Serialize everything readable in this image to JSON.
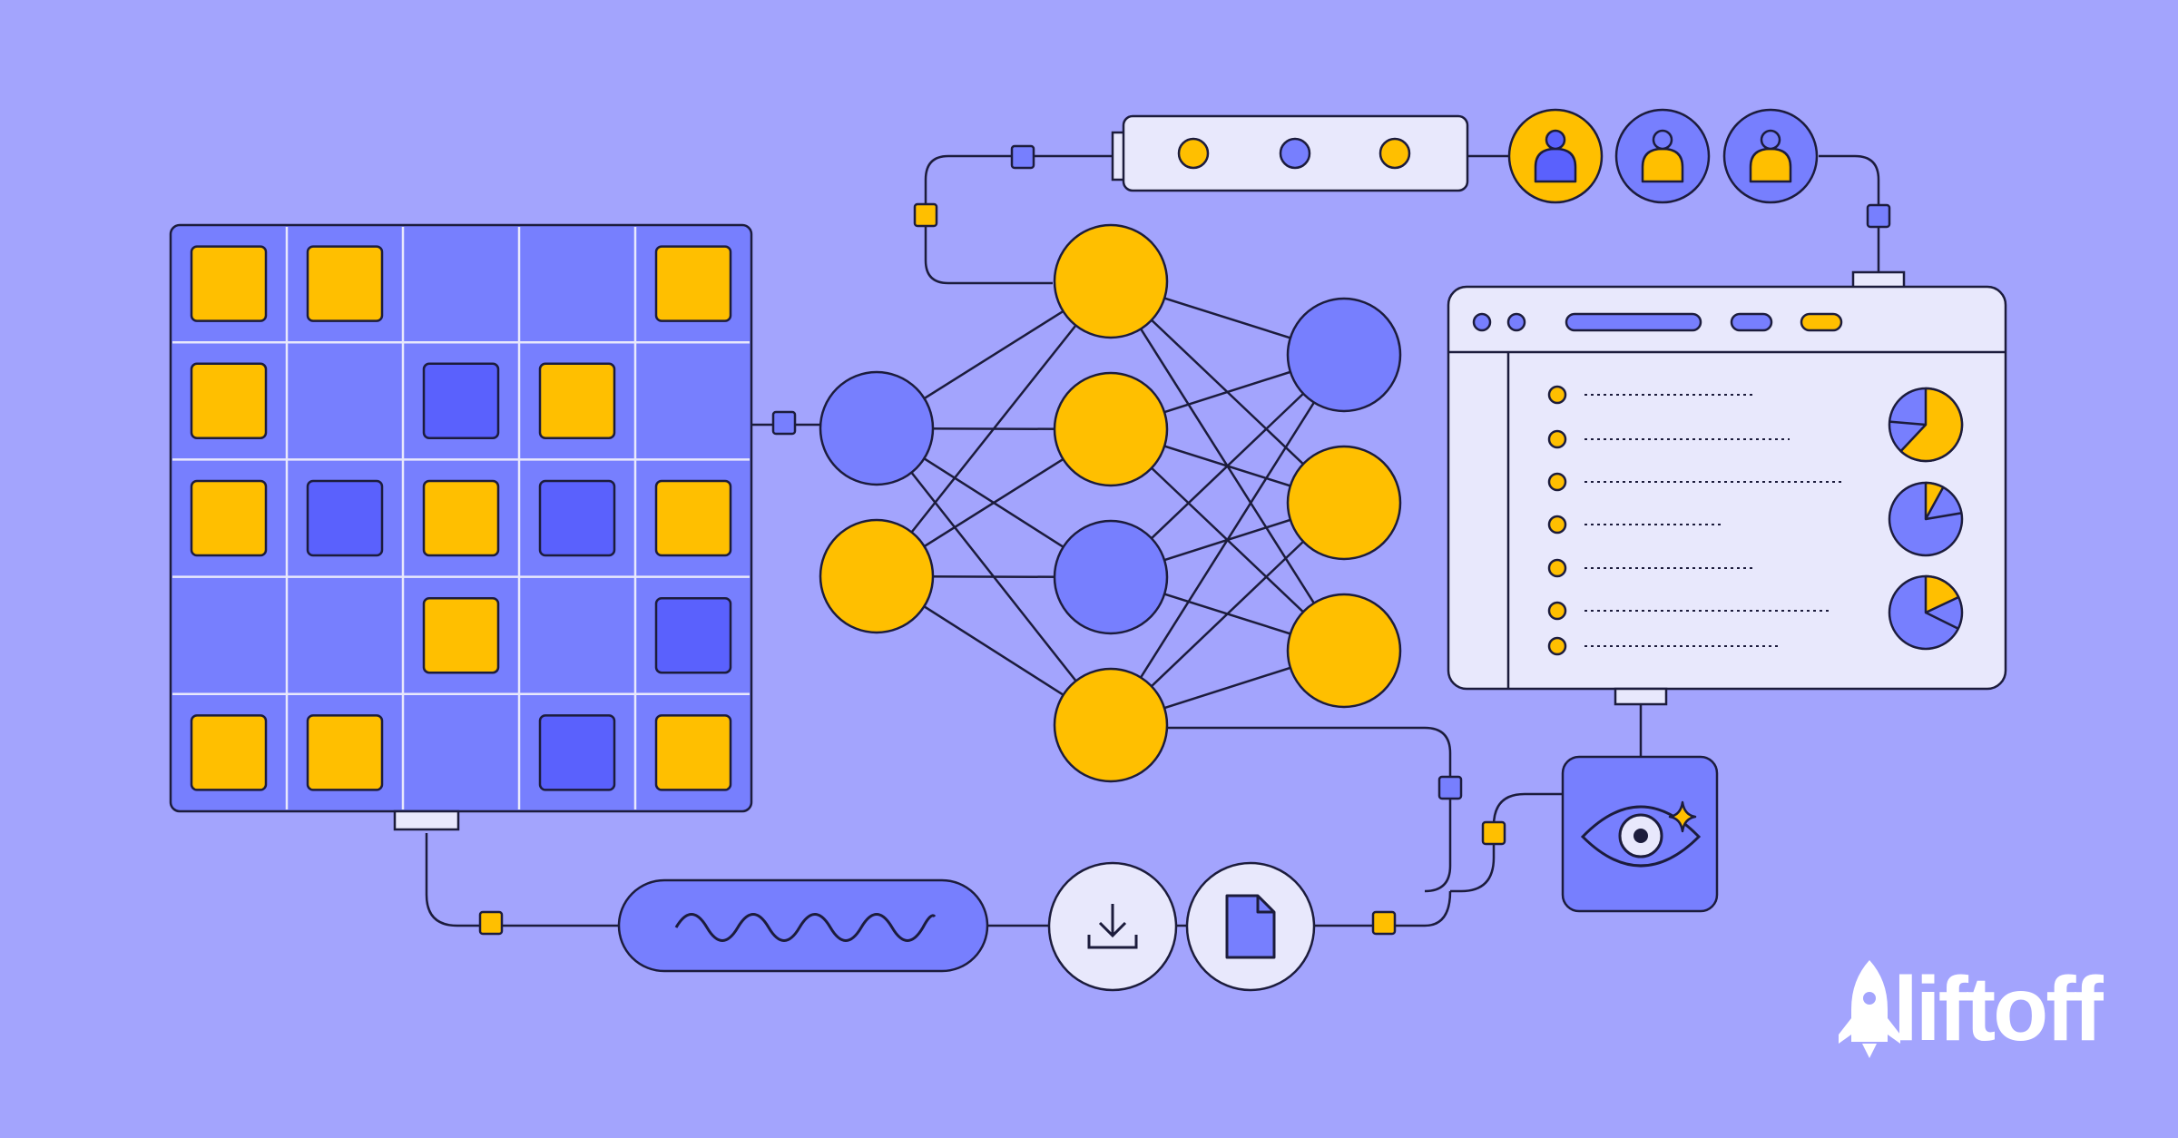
{
  "colors": {
    "background": "#a3a4fd",
    "stroke": "#1c1c3c",
    "yellow": "#ffbf00",
    "periwinkle": "#777ffe",
    "deep_blue": "#5a61fd",
    "pale": "#e8e8fc",
    "white": "#ffffff"
  },
  "grid": {
    "rows": 5,
    "cols": 5,
    "cells": [
      [
        "yellow",
        "yellow",
        "empty",
        "empty",
        "yellow"
      ],
      [
        "yellow",
        "empty",
        "blue",
        "yellow",
        "empty"
      ],
      [
        "yellow",
        "blue",
        "yellow",
        "blue",
        "yellow"
      ],
      [
        "empty",
        "empty",
        "yellow",
        "empty",
        "blue"
      ],
      [
        "yellow",
        "yellow",
        "empty",
        "blue",
        "yellow"
      ]
    ]
  },
  "network": {
    "layers": [
      [
        "blue",
        "yellow"
      ],
      [
        "yellow",
        "yellow",
        "blue",
        "yellow"
      ],
      [
        "blue",
        "yellow",
        "yellow"
      ]
    ]
  },
  "slider": {
    "dots": [
      "yellow",
      "blue",
      "yellow"
    ]
  },
  "users": [
    "yellow",
    "blue",
    "blue"
  ],
  "dashboard": {
    "header_dots": 2,
    "list_rows": 7,
    "pies": [
      {
        "yellow_share": 0.62
      },
      {
        "yellow_share": 0.08
      },
      {
        "yellow_share": 0.18
      }
    ]
  },
  "icons": {
    "wave": "sine-wave-icon",
    "download": "download-icon",
    "file": "document-icon",
    "eye": "eye-sparkle-icon",
    "rocket": "rocket-icon"
  },
  "brand": {
    "name": "liftoff"
  }
}
